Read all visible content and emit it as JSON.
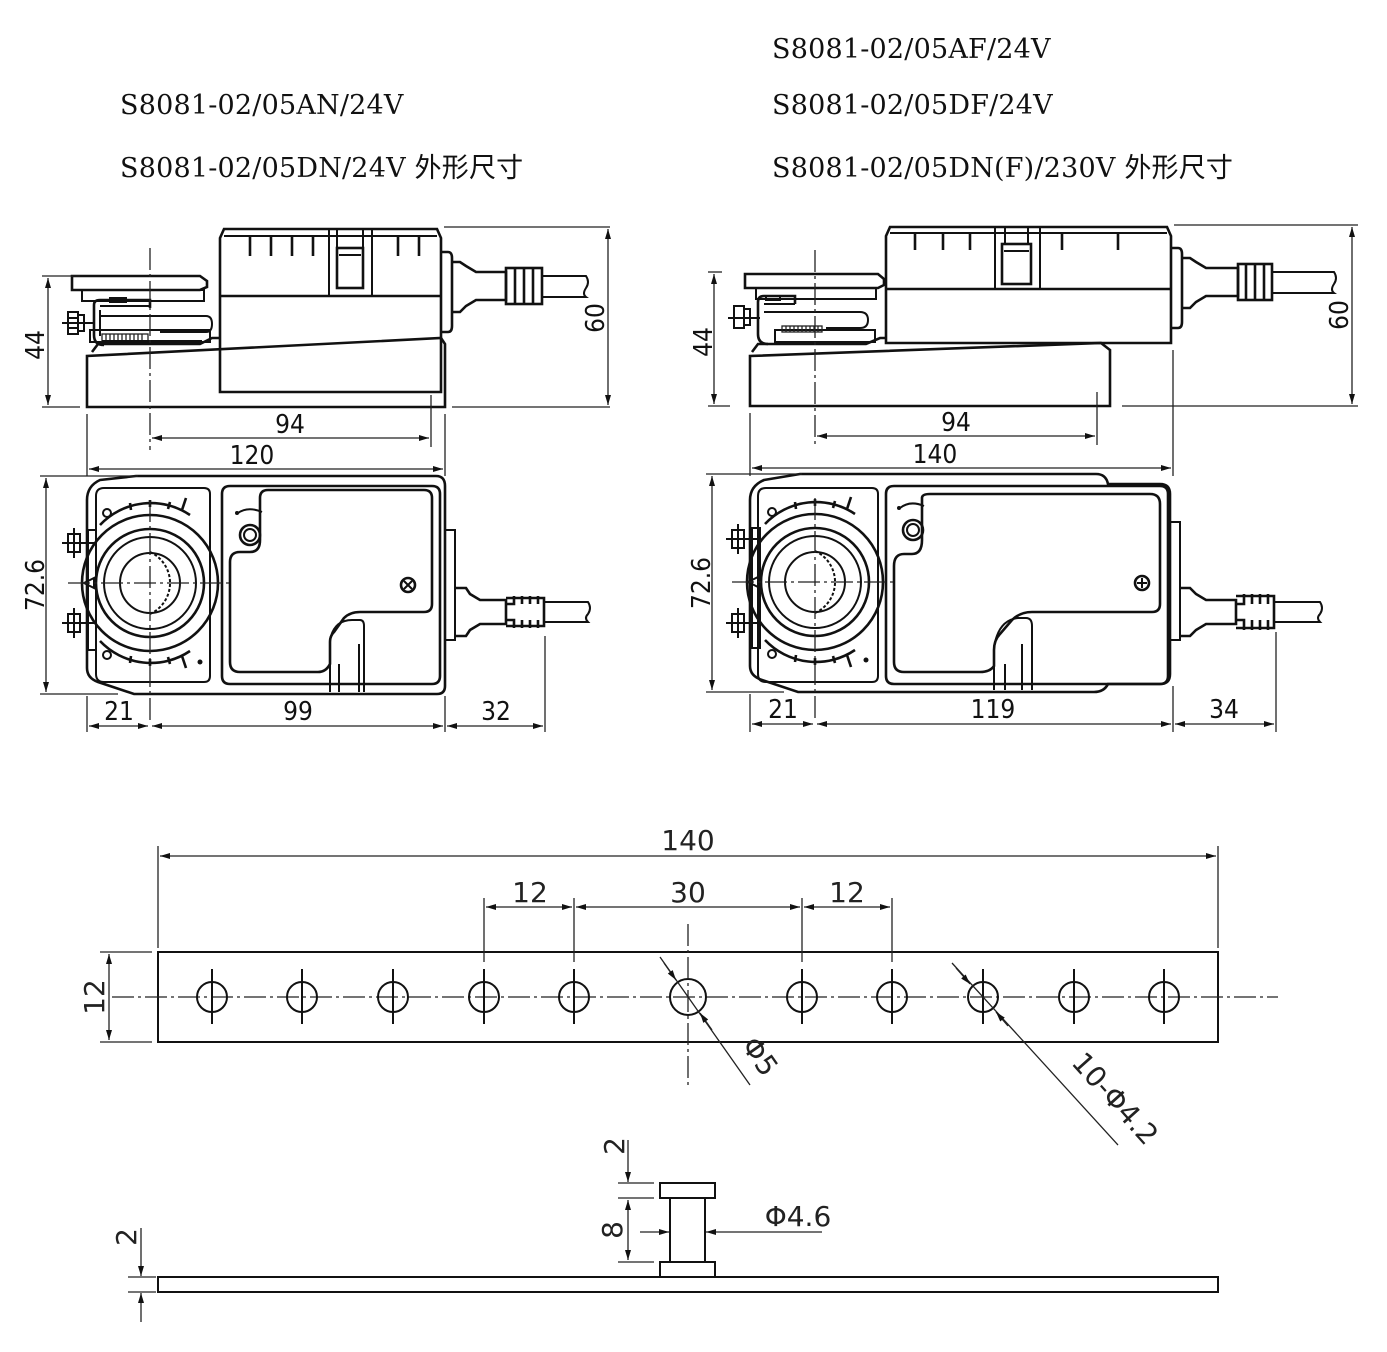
{
  "titles": {
    "left": {
      "line1": "S8081-02/05AN/24V",
      "line2": "S8081-02/05DN/24V 外形尺寸"
    },
    "right": {
      "line1": "S8081-02/05AF/24V",
      "line2": "S8081-02/05DF/24V",
      "line3": "S8081-02/05DN(F)/230V 外形尺寸"
    }
  },
  "left_actuator": {
    "side_view": {
      "height_base": "44",
      "height_total": "60",
      "shaft_to_end": "94",
      "base_length": "120"
    },
    "top_view": {
      "width": "72.6",
      "shaft_offset": "21",
      "body_length": "99",
      "cable_length": "32"
    }
  },
  "right_actuator": {
    "side_view": {
      "height_base": "44",
      "height_total": "60",
      "shaft_to_end": "94",
      "base_length": "140"
    },
    "top_view": {
      "width": "72.6",
      "shaft_offset": "21",
      "body_length": "119",
      "cable_length": "34"
    }
  },
  "bracket": {
    "plan_view": {
      "overall_length": "140",
      "height": "12",
      "pitch_left": "12",
      "center_span": "30",
      "pitch_right": "12",
      "center_hole": "Φ5",
      "holes_callout": "10-Φ4.2",
      "hole_count": 11
    },
    "side_view": {
      "plate_thickness": "2",
      "pin_head": "2",
      "pin_length": "8",
      "pin_diameter": "Φ4.6"
    }
  },
  "colors": {
    "line": "#111111",
    "background": "#ffffff"
  }
}
